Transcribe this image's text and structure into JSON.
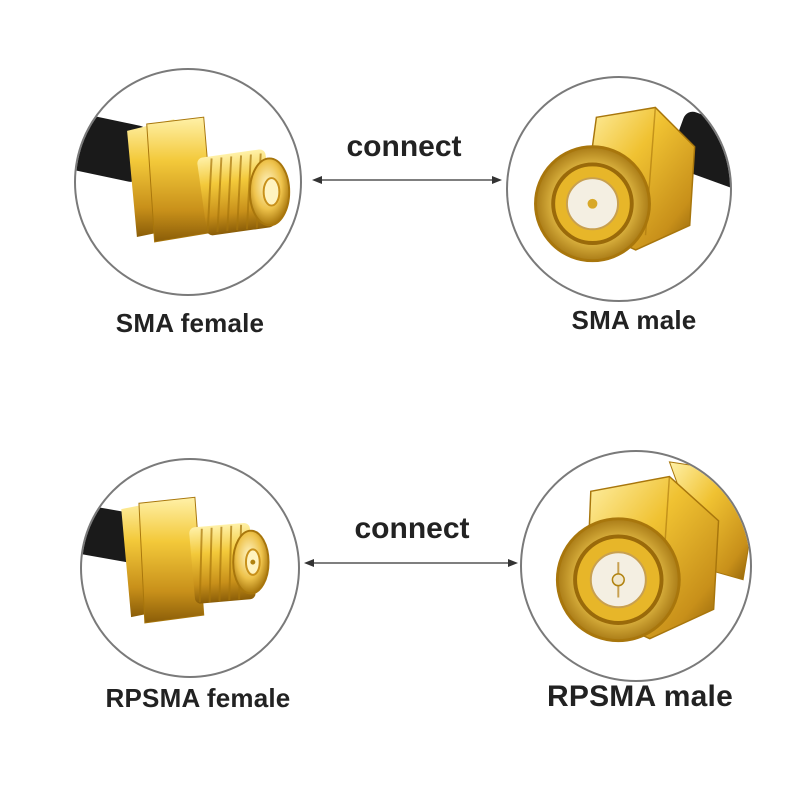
{
  "rows": [
    {
      "connect_text": "connect",
      "left": {
        "label": "SMA female",
        "icon": "sma-female-connector-icon"
      },
      "right": {
        "label": "SMA male",
        "icon": "sma-male-connector-icon"
      }
    },
    {
      "connect_text": "connect",
      "left": {
        "label": "RPSMA female",
        "icon": "rpsma-female-connector-icon"
      },
      "right": {
        "label": "RPSMA male",
        "icon": "rpsma-male-connector-icon"
      }
    }
  ],
  "colors": {
    "gold_light": "#fde27a",
    "gold": "#e8b520",
    "gold_dark": "#a8760c",
    "cable": "#1a1a1a",
    "circle_border": "#7a7a7a",
    "text": "#222222"
  }
}
